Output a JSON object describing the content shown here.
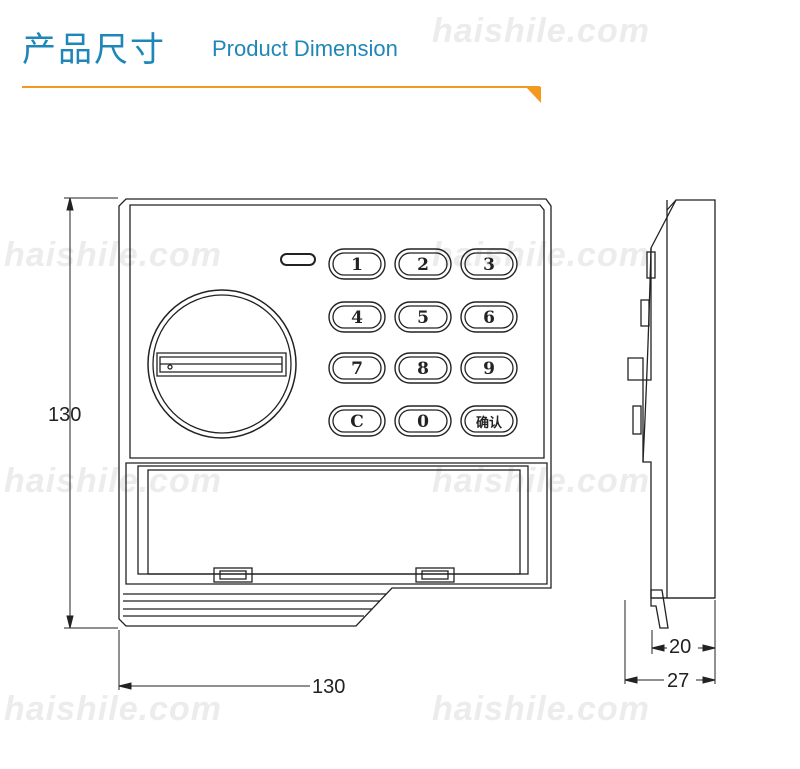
{
  "header": {
    "title_cn": "产品尺寸",
    "title_en": "Product Dimension"
  },
  "watermark": "haishile.com",
  "keypad": {
    "keys": [
      "1",
      "2",
      "3",
      "4",
      "5",
      "6",
      "7",
      "8",
      "9",
      "C",
      "0",
      "确认"
    ]
  },
  "dimensions": {
    "height": "130",
    "width": "130",
    "depth_inner": "20",
    "depth_outer": "27"
  },
  "colors": {
    "title": "#1f86b8",
    "accent": "#f39a1e",
    "line": "#222222",
    "watermark": "#ececec"
  }
}
